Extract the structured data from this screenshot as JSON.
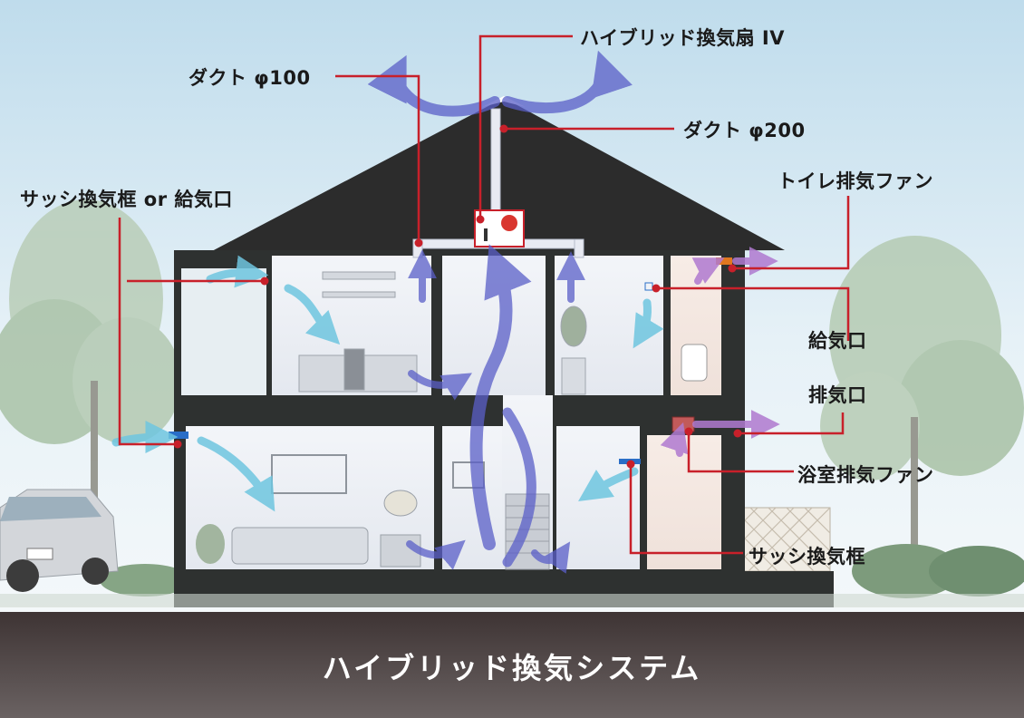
{
  "diagram": {
    "title": "ハイブリッド換気システム",
    "labels": {
      "hybrid_fan": "ハイブリッド換気扇 IV",
      "duct_100": "ダクト φ100",
      "duct_200": "ダクト φ200",
      "sash_or_inlet": "サッシ換気框 or 給気口",
      "toilet_fan": "トイレ排気ファン",
      "air_inlet": "給気口",
      "exhaust_port": "排気口",
      "bath_fan": "浴室排気ファン",
      "sash_frame": "サッシ換気框"
    },
    "colors": {
      "leader_line": "#c8202a",
      "supply_arrow": "#6fc6e0",
      "exhaust_arrow": "#5a5fc8",
      "bath_exhaust_arrow": "#b07ad0",
      "house_outline": "#2a2a2a",
      "ground": "#4a4140"
    }
  }
}
